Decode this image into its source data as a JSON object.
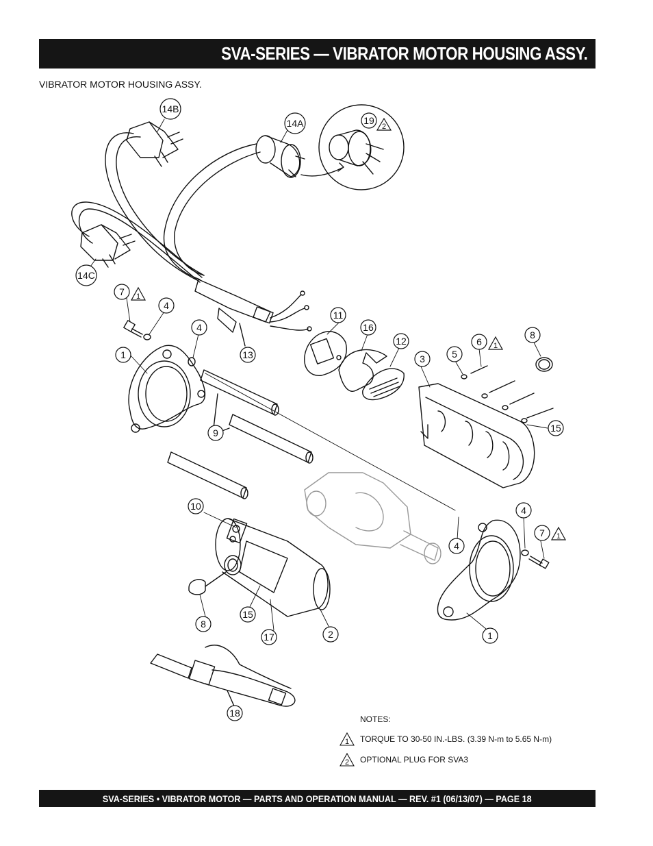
{
  "header": {
    "title": "SVA-SERIES — VIBRATOR MOTOR HOUSING  ASSY."
  },
  "subtitle": "VIBRATOR MOTOR HOUSING ASSY.",
  "callouts": {
    "c14B": "14B",
    "c14A": "14A",
    "c19": "19",
    "c19_note": "2",
    "c14C": "14C",
    "c7a": "7",
    "c7a_note": "1",
    "c4a": "4",
    "c4b": "4",
    "c1a": "1",
    "c13": "13",
    "c11": "11",
    "c16": "16",
    "c12": "12",
    "c3": "3",
    "c5": "5",
    "c6": "6",
    "c6_note": "1",
    "c8a": "8",
    "c15a": "15",
    "c9": "9",
    "c10": "10",
    "c4c": "4",
    "c4d": "4",
    "c7b": "7",
    "c7b_note": "1",
    "c8b": "8",
    "c15b": "15",
    "c17": "17",
    "c2": "2",
    "c1b": "1",
    "c18": "18"
  },
  "notes": {
    "header": "NOTES:",
    "items": [
      {
        "marker": "1",
        "text": "TORQUE TO 30-50 IN.-LBS. (3.39 N-m to 5.65 N-m)"
      },
      {
        "marker": "2",
        "text": "OPTIONAL PLUG FOR SVA3"
      }
    ]
  },
  "footer": {
    "text": "SVA-SERIES  • VIBRATOR MOTOR —  PARTS AND OPERATION MANUAL — REV. #1 (06/13/07) — PAGE 18"
  }
}
